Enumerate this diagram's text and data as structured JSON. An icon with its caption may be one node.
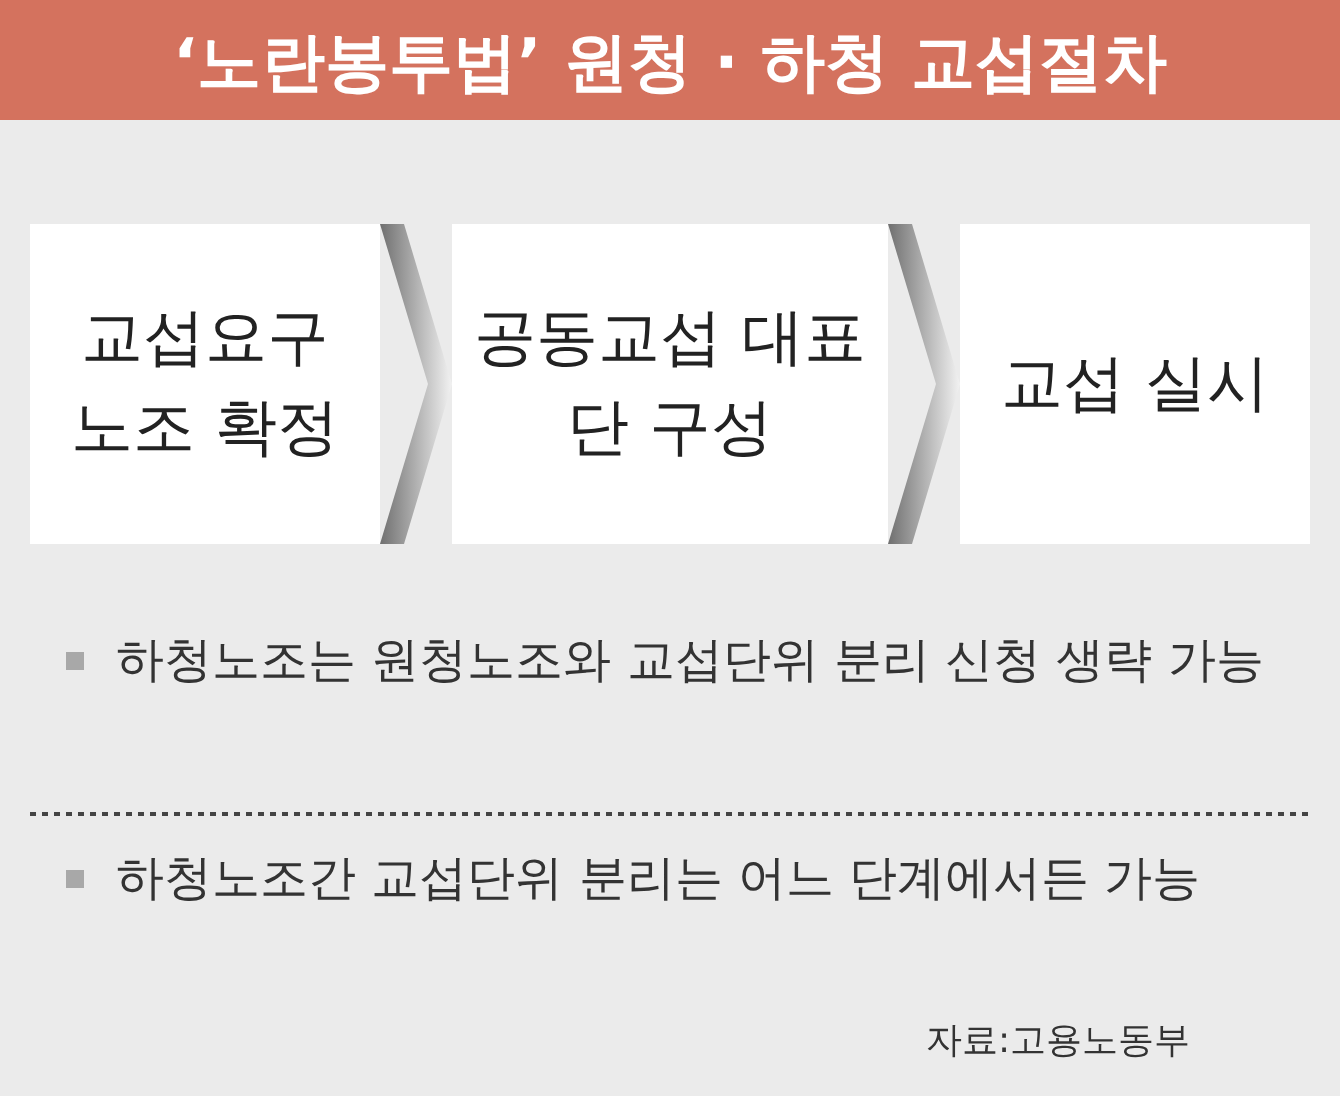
{
  "diagram": {
    "title": "‘노란봉투법’ 원청 · 하청 교섭절차",
    "nodes": [
      {
        "text": [
          "교섭요구 노조 확정"
        ]
      },
      {
        "text": [
          "공동교섭 대표단 구성"
        ]
      },
      {
        "text": [
          "교섭 실시"
        ]
      }
    ],
    "edges": [
      {
        "from": 0,
        "to": 1,
        "arrow": "to"
      },
      {
        "from": 1,
        "to": 2,
        "arrow": "to"
      }
    ],
    "labels": [
      "하청노조는 원청노조와 교섭단위 분리 신청 생략 가능",
      "하청노조간 교섭단위 분리는 어느 단계에서든 가능",
      "자료:고용노동부"
    ]
  }
}
